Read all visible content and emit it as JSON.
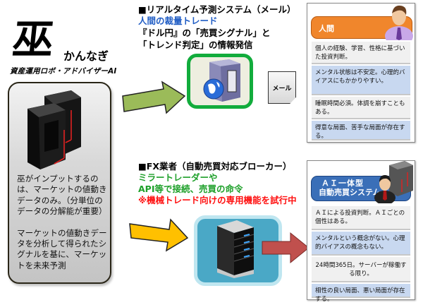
{
  "logo": {
    "kanji": "巫",
    "kana": "かんなぎ",
    "tagline": "資産運用ロボ・アドバイザーAI"
  },
  "left_panel": {
    "icon": "black-supercomputer-icon",
    "paragraphs": [
      "巫がインプットするのは、マーケットの値動きデータのみ。（分単位のデータの分解能が重要）",
      "マーケットの値動きデータを分析して得られたシグナルを基に、マーケットを未来予測"
    ]
  },
  "top_flow": {
    "heading": "■リアルタイム予測システム（メール）",
    "sub_blue": "人間の裁量トレード",
    "line1": "『ドル円』の「売買シグナル」と",
    "line2": "「トレンド判定」の情報発信",
    "arrow_color": "#9bbb59",
    "server_icon": "web-server-globe-icon",
    "mail_label": "メール"
  },
  "bottom_flow": {
    "heading": "■FX業者（自動売買対応ブローカー）",
    "green1": "ミラートレーダーや",
    "green2": "API等で接続、売買の命令",
    "red": "※機械トレード向けの専用機能を試行中",
    "arrow_in_color": "#ffc000",
    "arrow_out_color": "#c0504d",
    "server_icon": "rack-server-icon"
  },
  "human_card": {
    "title": "人間",
    "avatar": "businessman-avatar-icon",
    "items": [
      "個人の経験、学習、性格に基づいた投資判断。",
      "メンタル状態は不安定。心理的バイアスにもかかりやすい。",
      "睡眠時間必須。体調を崩すこともある。",
      "得意な局面、苦手な局面が存在する。"
    ]
  },
  "ai_card": {
    "title_line1": "ＡＩ一体型",
    "title_line2": "自動売買システム",
    "avatar": "businessman-with-server-icon",
    "items": [
      "ＡＩによる投資判断。ＡＩごとの個性はある。",
      "メンタルという概念がない。心理的バイアスの概念もない。",
      "24時間365日。サーバーが稼働する限り。",
      "相性の良い局面、悪い局面が存在する。"
    ]
  }
}
